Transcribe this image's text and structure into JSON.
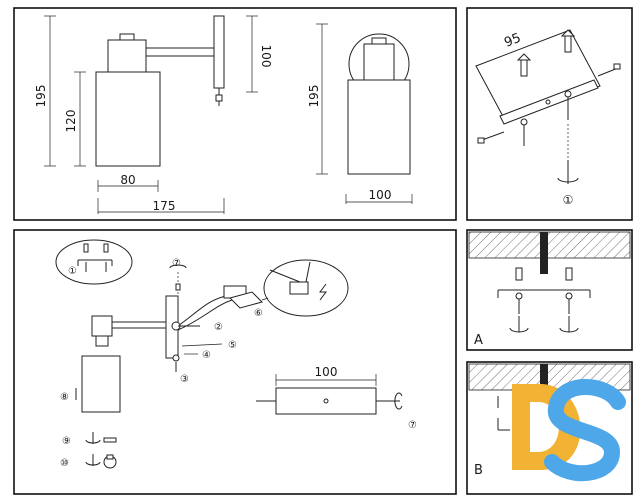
{
  "panel_top_left": {
    "dim_total_height": "195",
    "dim_shade_height": "120",
    "dim_shade_width": "80",
    "dim_total_depth": "175",
    "dim_plate_height": "100",
    "dim_side_height": "195",
    "dim_side_width": "100"
  },
  "panel_top_right": {
    "dim_bracket_width": "95",
    "step_number": "①"
  },
  "panel_bottom_left": {
    "steps": [
      "①",
      "②",
      "③",
      "④",
      "⑤",
      "⑥",
      "⑦",
      "⑧",
      "⑨",
      "⑩"
    ],
    "dim_bracket_length": "100"
  },
  "panel_mid_right": {
    "label": "A"
  },
  "panel_bottom_right": {
    "label": "B"
  },
  "watermark": {
    "text": "DS",
    "colors": {
      "orange": "#f2b233",
      "blue": "#4ea7e8"
    }
  }
}
